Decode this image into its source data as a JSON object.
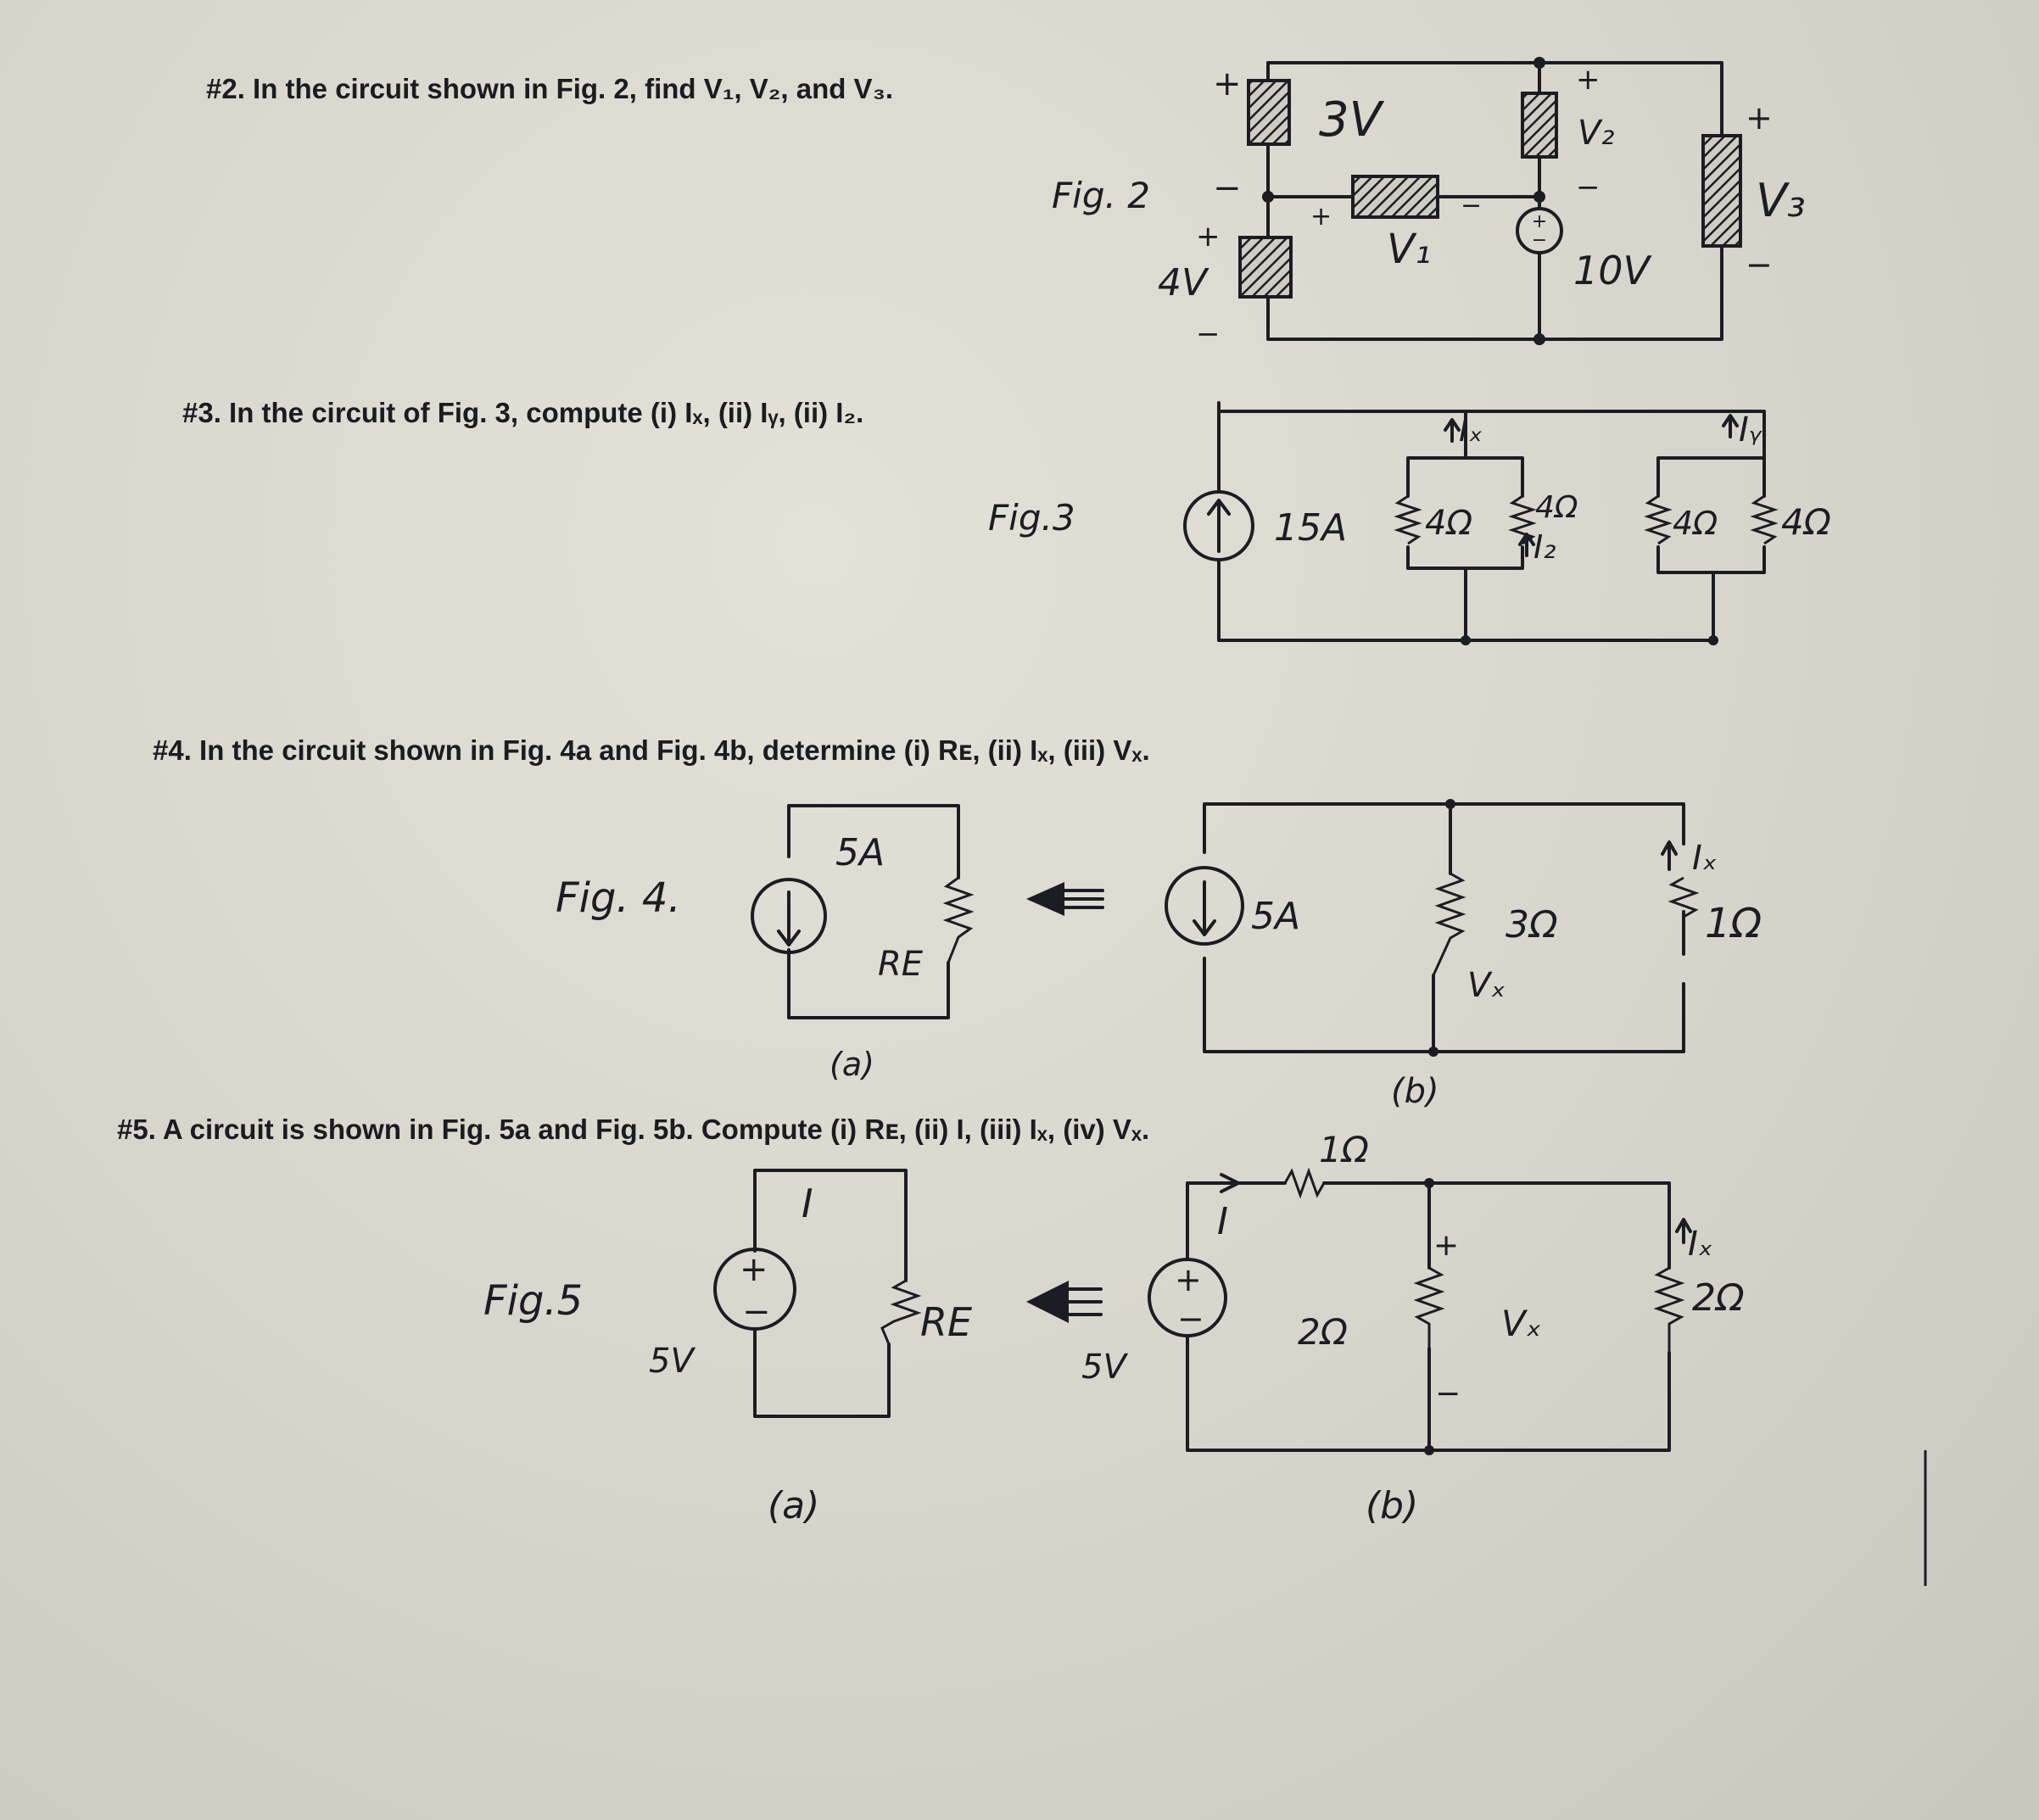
{
  "problems": {
    "p2": "#2. In the circuit shown in Fig. 2, find V₁, V₂, and V₃.",
    "p3": "#3. In the circuit of Fig. 3, compute (i) Iₓ, (ii) Iᵧ, (ii) I₂.",
    "p4": "#4. In the circuit shown in Fig. 4a and Fig. 4b, determine (i) Rᴇ, (ii) Iₓ, (iii) Vₓ.",
    "p5": "#5. A circuit is shown in Fig. 5a and Fig. 5b. Compute (i) Rᴇ, (ii) I, (iii) Iₓ, (iv) Vₓ."
  },
  "fig2": {
    "caption": "Fig. 2",
    "src_3v": "3V",
    "src_4v": "4V",
    "src_10v": "10V",
    "v1": "V₁",
    "v2": "V₂",
    "v3": "V₃",
    "plus": "+",
    "minus": "−"
  },
  "fig3": {
    "caption": "Fig.3",
    "source": "15A",
    "r1": "4Ω",
    "r2": "4Ω",
    "r3": "4Ω",
    "r4": "4Ω",
    "ix": "Iₓ",
    "iy": "Iᵧ",
    "iz": "I₂"
  },
  "fig4": {
    "caption": "Fig. 4.",
    "src_a": "5A",
    "src_b": "5A",
    "re": "RE",
    "r3": "3Ω",
    "r1": "1Ω",
    "ix": "Iₓ",
    "vx": "Vₓ",
    "label_a": "(a)",
    "label_b": "(b)"
  },
  "fig5": {
    "caption": "Fig.5",
    "src_a": "5V",
    "src_b": "5V",
    "i_a": "I",
    "i_b": "I",
    "re": "RE",
    "r1": "1Ω",
    "r2": "2Ω",
    "r3": "2Ω",
    "ix": "Iₓ",
    "vx": "Vₓ",
    "plus": "+",
    "minus": "−",
    "label_a": "(a)",
    "label_b": "(b)"
  }
}
